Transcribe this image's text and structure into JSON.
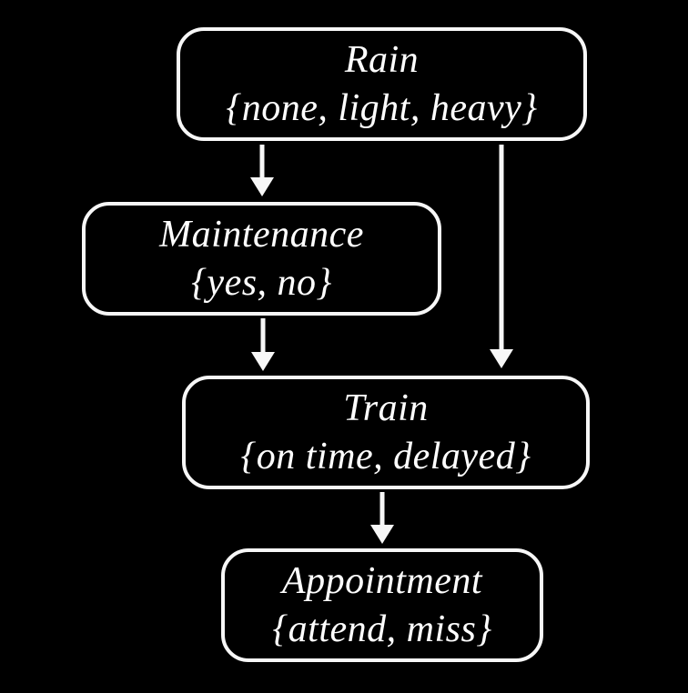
{
  "diagram": {
    "type": "bayesian-network",
    "background_color": "#000000",
    "node_border_color": "#f7f7f7",
    "text_color": "#ffffff",
    "arrow_color": "#f7f7f7",
    "nodes": [
      {
        "id": "rain",
        "label": "Rain",
        "values": "{none, light, heavy}"
      },
      {
        "id": "maintenance",
        "label": "Maintenance",
        "values": "{yes, no}"
      },
      {
        "id": "train",
        "label": "Train",
        "values": "{on time, delayed}"
      },
      {
        "id": "appointment",
        "label": "Appointment",
        "values": "{attend, miss}"
      }
    ],
    "edges": [
      {
        "from": "Rain",
        "to": "Maintenance"
      },
      {
        "from": "Rain",
        "to": "Train"
      },
      {
        "from": "Maintenance",
        "to": "Train"
      },
      {
        "from": "Train",
        "to": "Appointment"
      }
    ]
  }
}
